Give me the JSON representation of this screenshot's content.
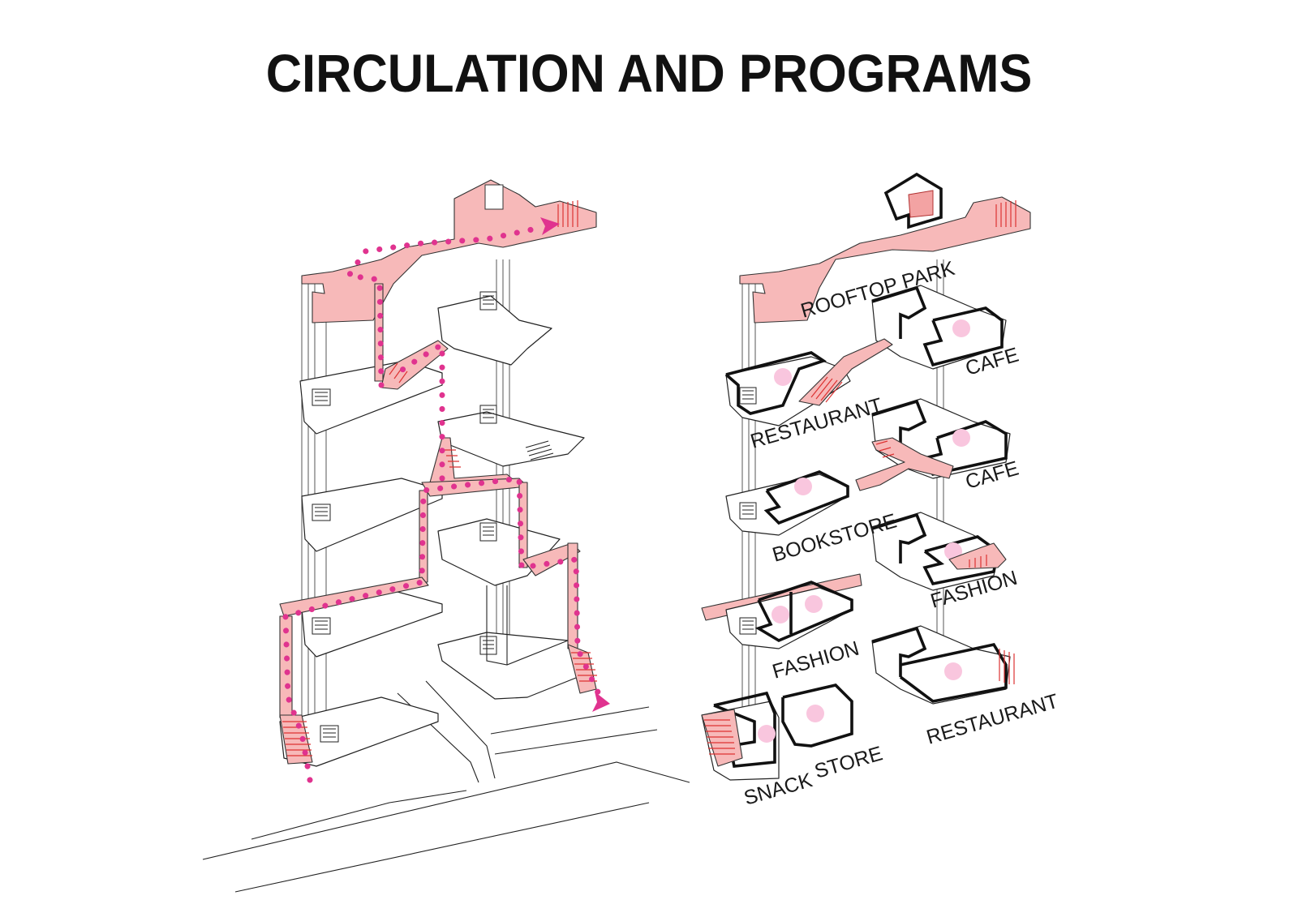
{
  "title": "CIRCULATION AND PROGRAMS",
  "labels": {
    "rooftop_park": "ROOFTOP PARK",
    "cafe_top": "CAFE",
    "restaurant_left": "RESTAURANT",
    "cafe_mid": "CAFE",
    "bookstore": "BOOKSTORE",
    "fashion_right": "FASHION",
    "fashion_left": "FASHION",
    "restaurant_right": "RESTAURANT",
    "snack": "SNACK",
    "store": "STORE"
  },
  "colors": {
    "circulation_fill": "#f7b9b9",
    "circulation_dots": "#e0338f",
    "program_marker": "#f9c6de",
    "lines": "#222222"
  }
}
